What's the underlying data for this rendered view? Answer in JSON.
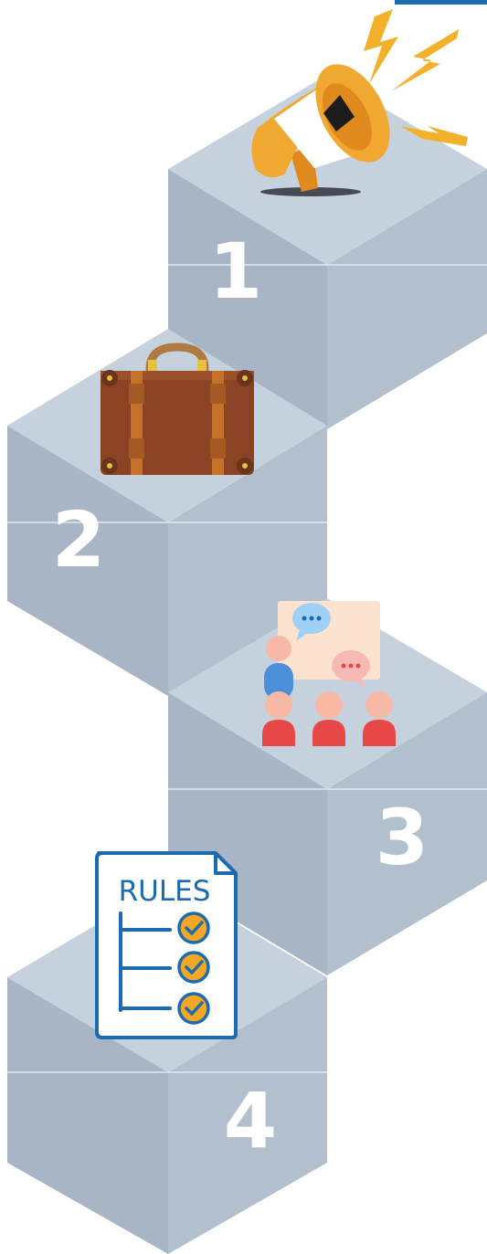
{
  "steps": [
    {
      "number": "1",
      "icon": "megaphone-icon"
    },
    {
      "number": "2",
      "icon": "suitcase-icon"
    },
    {
      "number": "3",
      "icon": "presentation-meeting-icon"
    },
    {
      "number": "4",
      "icon": "rules-checklist-icon"
    }
  ],
  "rules_card": {
    "title": "RULES"
  },
  "colors": {
    "cube_top": "#c5d2de",
    "cube_left": "#a8b5c4",
    "cube_right": "#b2bfcc",
    "number_text": "#ffffff",
    "accent_blue": "#1a6bb0",
    "megaphone_orange": "#f0a830",
    "lightning_yellow": "#f3b12b",
    "suitcase_brown": "#8b4423",
    "strap_tan": "#c4722a",
    "person_blue": "#4a8fd8",
    "person_red": "#e84747",
    "skin": "#f7b9a6",
    "board_peach": "#fde3cf",
    "check_orange": "#f5a623"
  }
}
